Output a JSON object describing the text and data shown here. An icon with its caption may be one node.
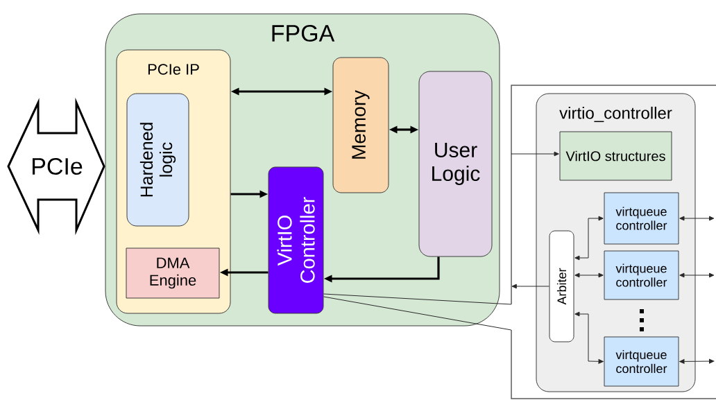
{
  "diagram": {
    "nodes": [
      {
        "text": [
          "FPGA"
        ]
      },
      {
        "text": [
          "PCIe IP"
        ],
        "in": 0
      },
      {
        "text": [
          "Hardened logic"
        ],
        "in": 1
      },
      {
        "text": [
          "DMA Engine"
        ],
        "in": 1
      },
      {
        "text": [
          "Memory"
        ],
        "in": 0
      },
      {
        "text": [
          "User Logic"
        ],
        "in": 0
      },
      {
        "text": [
          "VirtIO Controller"
        ],
        "in": 0
      },
      {
        "text": [
          "PCIe"
        ]
      },
      {
        "text": [],
        "shape": "box"
      },
      {
        "text": [
          "virtio_controller"
        ],
        "in": 8
      },
      {
        "text": [
          "VirtIO structures"
        ],
        "in": 9
      },
      {
        "text": [
          "Arbiter"
        ],
        "in": 9
      },
      {
        "text": [
          "virtqueue controller"
        ],
        "in": 9
      },
      {
        "text": [
          "virtqueue controller"
        ],
        "in": 9
      },
      {
        "text": [
          "virtqueue controller"
        ],
        "in": 9
      }
    ],
    "edges": [
      {
        "from": 1,
        "to": 4,
        "arrow": "both",
        "style": "thick"
      },
      {
        "from": 4,
        "to": 5,
        "arrow": "both",
        "style": "thick"
      },
      {
        "from": 1,
        "to": 6,
        "arrow": "to",
        "style": "thick"
      },
      {
        "from": 6,
        "to": 3,
        "arrow": "to",
        "style": "thick"
      },
      {
        "from": 5,
        "to": 6,
        "arrow": "to",
        "style": "thick"
      },
      {
        "from": 8,
        "to": 10,
        "arrow": "to"
      },
      {
        "from": 11,
        "to": 8,
        "arrow": "to"
      },
      {
        "from": 11,
        "to": 12,
        "arrow": "both"
      },
      {
        "from": 11,
        "to": 13,
        "arrow": "both"
      },
      {
        "from": 11,
        "to": 14,
        "arrow": "both"
      },
      {
        "from": 12,
        "to": null,
        "arrow": "both"
      },
      {
        "from": 13,
        "to": null,
        "arrow": "both"
      },
      {
        "from": 14,
        "to": null,
        "arrow": "both"
      },
      {
        "from": 6,
        "to": 8,
        "arrow": "none"
      },
      {
        "from": 6,
        "to": 8,
        "arrow": "none"
      }
    ]
  }
}
